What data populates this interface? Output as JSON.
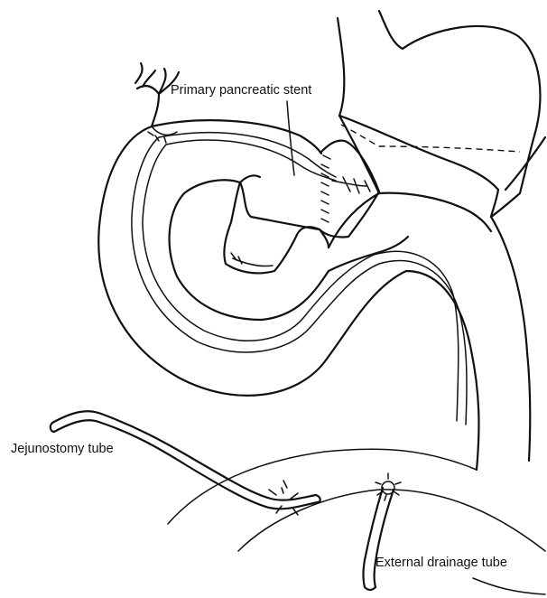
{
  "labels": {
    "primary_pancreatic_stent": "Primary pancreatic stent",
    "jejunostomy_tube": "Jejunostomy tube",
    "external_drainage_tube": "External drainage tube"
  },
  "colors": {
    "line": "#111111",
    "background": "#ffffff"
  }
}
